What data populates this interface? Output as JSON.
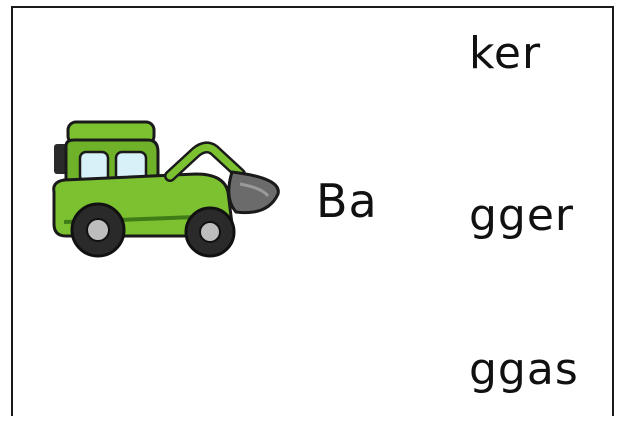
{
  "worksheet": {
    "prompt_syllable": "Ba",
    "options": [
      "ker",
      "gger",
      "ggas"
    ],
    "picture": "excavator-icon"
  },
  "colors": {
    "vehicle_green": "#7cc230",
    "vehicle_dark_green": "#3f7d18",
    "window_blue": "#d8f0f7",
    "bucket_gray": "#6b6b6b",
    "tire_black": "#2a2a2a"
  }
}
